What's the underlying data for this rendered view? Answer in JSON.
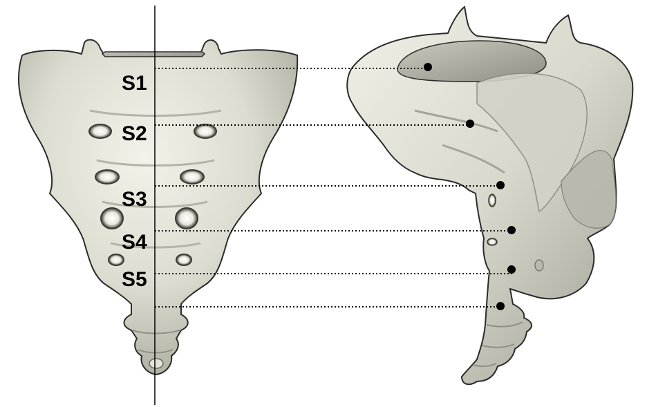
{
  "vertebra_labels": {
    "s1": "S1",
    "s2": "S2",
    "s3": "S3",
    "s4": "S4",
    "s5": "S5"
  },
  "colors": {
    "bone_light": "#e8e8de",
    "bone_mid": "#cfcfc3",
    "bone_shadow": "#9a9a8e",
    "outline": "#2b2b2b",
    "foramen": "#3a3a34",
    "guide_line": "#000000"
  },
  "views": {
    "left": "anterior-sacrum-illustration",
    "right": "lateral-sacrum-illustration"
  }
}
